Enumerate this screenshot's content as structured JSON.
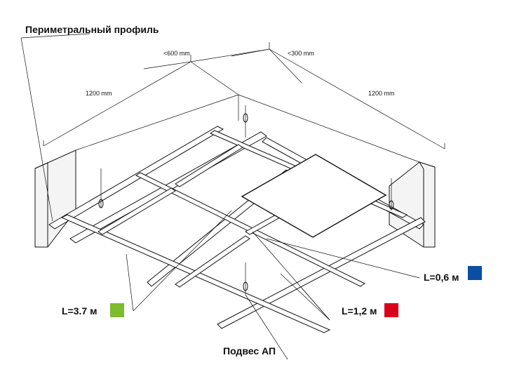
{
  "labels": {
    "perimeter_profile": "Периметральный профиль",
    "hanger": "Подвес АП",
    "dim_600": "<600 mm",
    "dim_300": "<300 mm",
    "dim_1200_left": "1200 mm",
    "dim_1200_right": "1200 mm"
  },
  "legend": [
    {
      "key": "l37",
      "text": "L=3.7 м",
      "color": "#7dbb2f"
    },
    {
      "key": "l12",
      "text": "L=1,2 м",
      "color": "#d9001b"
    },
    {
      "key": "l06",
      "text": "L=0,6 м",
      "color": "#0b4ea2"
    }
  ]
}
